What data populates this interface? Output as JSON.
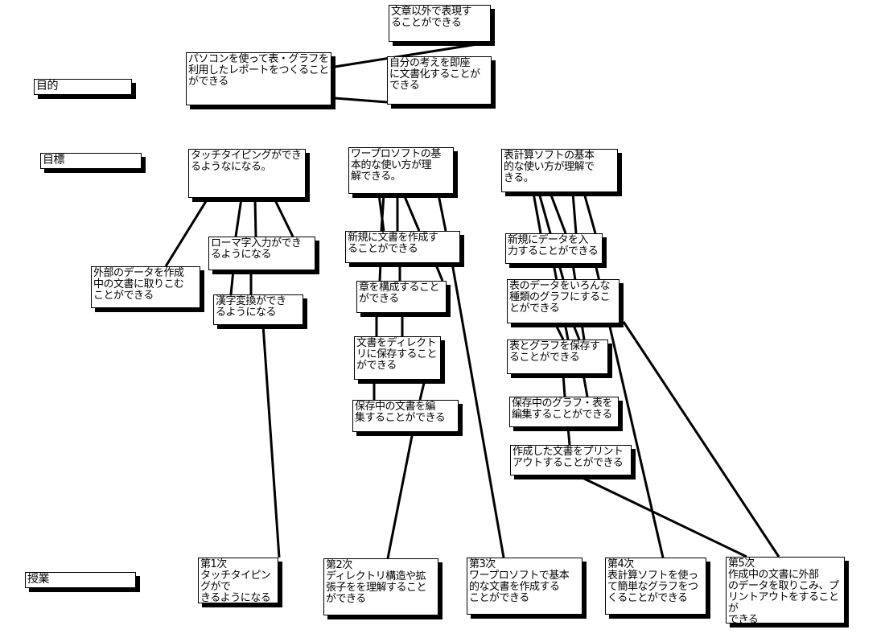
{
  "rows": {
    "purpose": "目的",
    "goal": "目標",
    "lesson": "授業"
  },
  "nodes": {
    "p_main": "パソコンを使って表・グラフを\n利用したレポートをつくること\nができる",
    "p_a": "文章以外で表現す\nることができる",
    "p_b": "自分の考えを即座\nに文書化することが\nできる",
    "g_typing": "タッチタイピングができ\nるようなになる。",
    "g_word": "ワープロソフトの基\n本的な使い方が理\n解できる。",
    "g_calc": "表計算ソフトの基本\n的な使い方が理解で\nきる。",
    "s_external": "外部のデータを作成\n中の文書に取りこむ\nことができる",
    "s_romaji": "ローマ字入力ができ\nるようになる",
    "s_kanji": "漢字変換ができ\nるようになる",
    "s_newdoc": "新規に文書を作成す\nることができる",
    "s_chapter": "章を構成すること\nができる",
    "s_savedir": "文書をディレクト\nリに保存すること\nができる",
    "s_editdoc": "保存中の文書を編\n集することができる",
    "s_newdata": "新規にデータを入\n力することができる",
    "s_graph": "表のデータをいろんな\n種類のグラフにするこ\nとができる",
    "s_savegraph": "表とグラフを保存す\nることができる",
    "s_editgraph": "保存中のグラフ・表を\n編集することができる",
    "s_print": "作成した文書をプリント\nアウトすることができる",
    "l1": "第1次\nタッチタイピングがで\nきるようになる",
    "l2": "第2次\nディレクトリ構造や拡\n張子をを理解すること\nができる",
    "l3": "第3次\nワープロソフトで基本\n的な文書を作成する\nことができる",
    "l4": "第4次\n表計算ソフトを使っ\nて簡単なグラフをつ\nくることができる",
    "l5": "第5次\n作成中の文書に外部\nのデータを取りこみ、プ\nリントアウトをすることが\nできる"
  },
  "colors": {
    "line": "#000000",
    "box": "#ffffff",
    "shadow": "#000000"
  }
}
